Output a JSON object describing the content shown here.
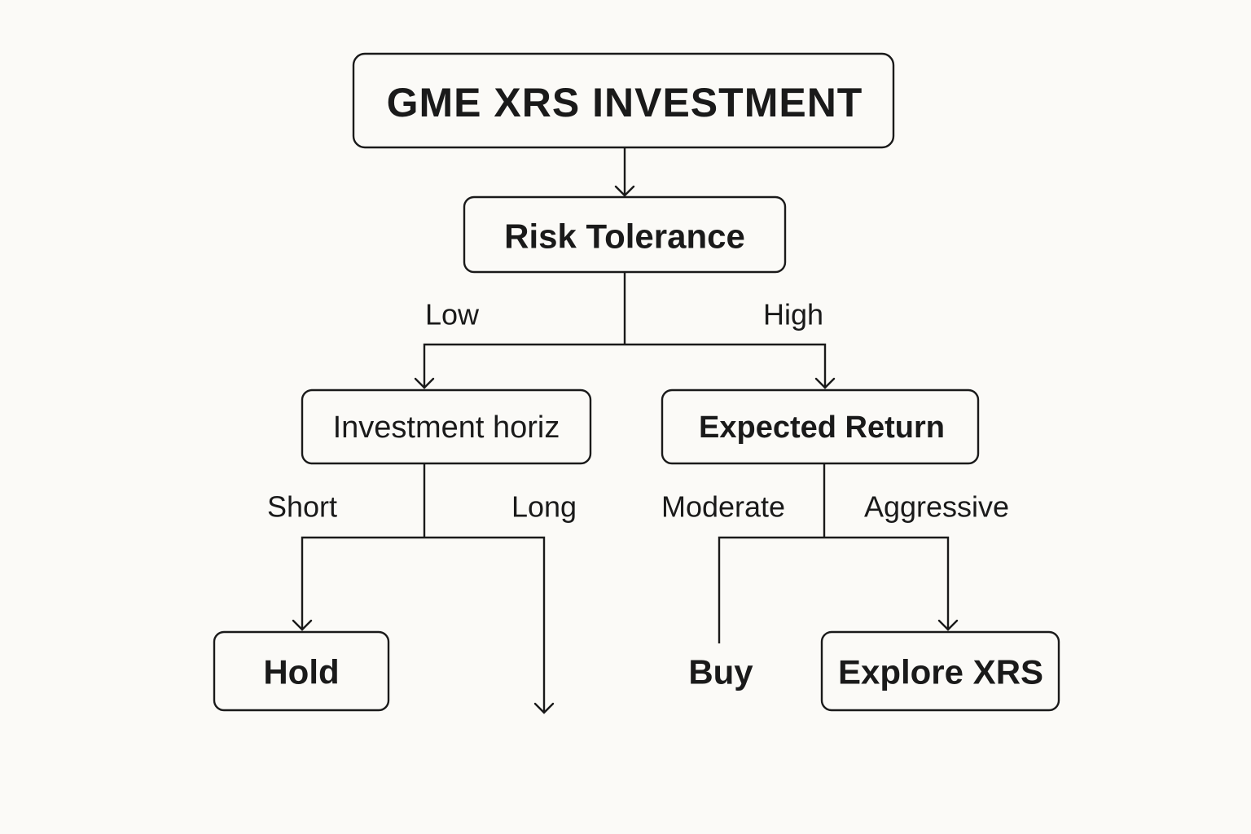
{
  "diagram": {
    "title": "GME XRS INVESTMENT",
    "nodes": {
      "risk_tolerance": "Risk Tolerance",
      "investment_horizon": "Investment horiz",
      "expected_return": "Expected Return",
      "hold": "Hold",
      "buy": "Buy",
      "explore_xrs": "Explore XRS"
    },
    "edge_labels": {
      "low": "Low",
      "high": "High",
      "short": "Short",
      "long": "Long",
      "moderate": "Moderate",
      "aggressive": "Aggressive"
    },
    "colors": {
      "background": "#fbfaf7",
      "stroke": "#1a1a1a"
    }
  }
}
